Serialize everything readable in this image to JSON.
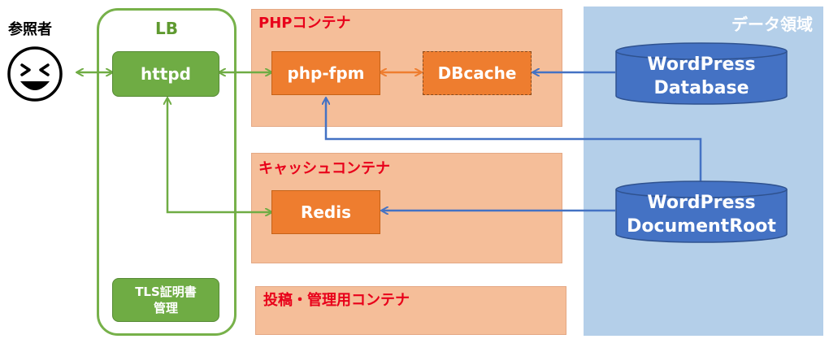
{
  "user": {
    "label": "参照者",
    "icon": "smiley-face-icon"
  },
  "lb": {
    "title": "LB",
    "httpd": "httpd",
    "tls_line1": "TLS証明書",
    "tls_line2": "管理"
  },
  "php_container": {
    "label": "PHPコンテナ",
    "php_fpm": "php-fpm",
    "dbcache": "DBcache"
  },
  "cache_container": {
    "label": "キャッシュコンテナ",
    "redis": "Redis"
  },
  "admin_container": {
    "label": "投稿・管理用コンテナ"
  },
  "data_region": {
    "label": "データ領域",
    "db_line1": "WordPress",
    "db_line2": "Database",
    "docroot_line1": "WordPress",
    "docroot_line2": "DocumentRoot"
  },
  "colors": {
    "green": "#6fac44",
    "orange": "#ee7d2f",
    "blue_db": "#4472c4",
    "region_blue": "#b4cfe9",
    "container_fill": "#f5be99",
    "label_red": "#e8001a"
  }
}
